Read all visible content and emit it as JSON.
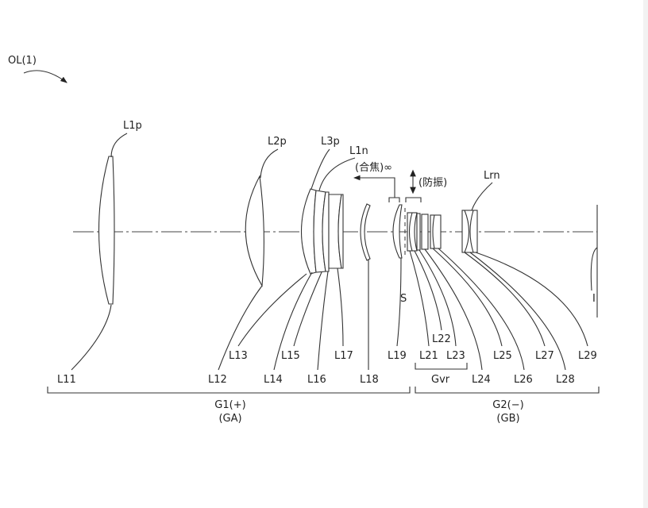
{
  "title": "OL(1)",
  "focus_label": "(合焦)∞",
  "vr_label": "(防振)",
  "stop_label": "S",
  "image_label": "I",
  "top_labels": {
    "L1p": "L1p",
    "L2p": "L2p",
    "L3p": "L3p",
    "L1n": "L1n",
    "Lrn": "Lrn"
  },
  "row1": [
    "L13",
    "L15",
    "L17",
    "L19",
    "L21",
    "L23",
    "L25",
    "L27",
    "L29"
  ],
  "row2": [
    "L11",
    "L12",
    "L14",
    "L16",
    "L18",
    "L24",
    "L26",
    "L28"
  ],
  "l22": "L22",
  "gvr": "Gvr",
  "groups": {
    "g1": {
      "name": "G1(+)",
      "alias": "(GA)"
    },
    "g2": {
      "name": "G2(−)",
      "alias": "(GB)"
    }
  }
}
